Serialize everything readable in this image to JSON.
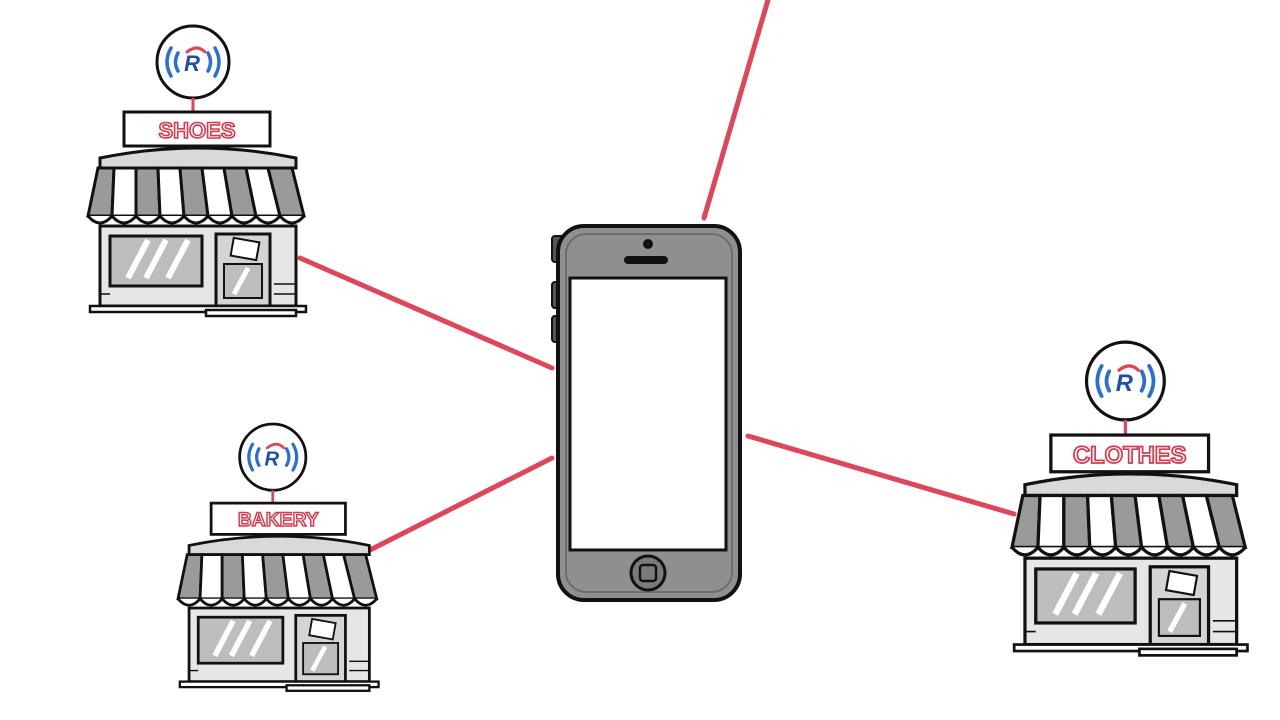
{
  "colors": {
    "connector": "#e0465a",
    "outline": "#111111",
    "awning_gray": "#9a9a9a",
    "awning_white": "#ffffff",
    "wall_light": "#e6e6e6",
    "phone_body": "#8f8f8f",
    "sign_text": "#d83a4e",
    "beacon_blue": "#2a6fd1",
    "beacon_red": "#e0465a"
  },
  "stores": [
    {
      "id": "shoes",
      "label": "SHOES",
      "icon": "beacon-icon"
    },
    {
      "id": "bakery",
      "label": "BAKERY",
      "icon": "beacon-icon"
    },
    {
      "id": "clothes",
      "label": "CLOTHES",
      "icon": "beacon-icon"
    }
  ],
  "beacon": {
    "glyph": "R"
  },
  "phone": {
    "icon": "smartphone-icon"
  }
}
